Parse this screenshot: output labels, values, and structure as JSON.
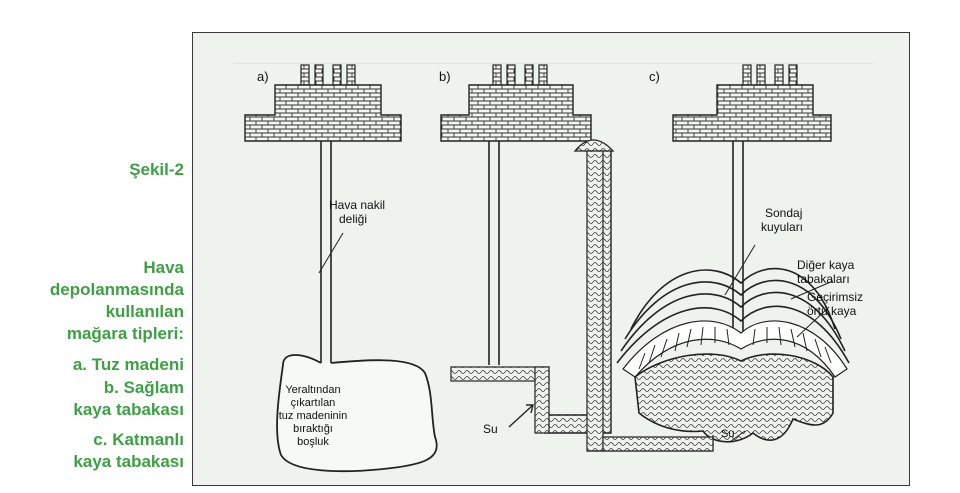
{
  "caption": {
    "figure_label": "Şekil-2",
    "lines": [
      "Hava",
      "depolanmasında",
      "kullanılan",
      "mağara tipleri:",
      "a. Tuz madeni",
      "b. Sağlam",
      "kaya tabakası",
      "c. Katmanlı",
      "kaya tabakası"
    ]
  },
  "diagram": {
    "panel_a": {
      "tag": "a)",
      "air_hole": [
        "Hava nakil",
        "deliği"
      ],
      "cavity": [
        "Yeraltından",
        "çıkartılan",
        "tuz madeninin",
        "bıraktığı",
        "boşluk"
      ]
    },
    "panel_b": {
      "tag": "b)",
      "water": "Su"
    },
    "panel_c": {
      "tag": "c)",
      "wells": [
        "Sondaj",
        "kuyuları"
      ],
      "other_layers": [
        "Diğer kaya",
        "tabakaları"
      ],
      "impermeable": [
        "Geçirimsiz",
        "örtü kaya"
      ],
      "water": "Su"
    }
  },
  "colors": {
    "caption_green": "#3f9f45",
    "figure_bg": "#eef3ee",
    "ink": "#222222"
  }
}
